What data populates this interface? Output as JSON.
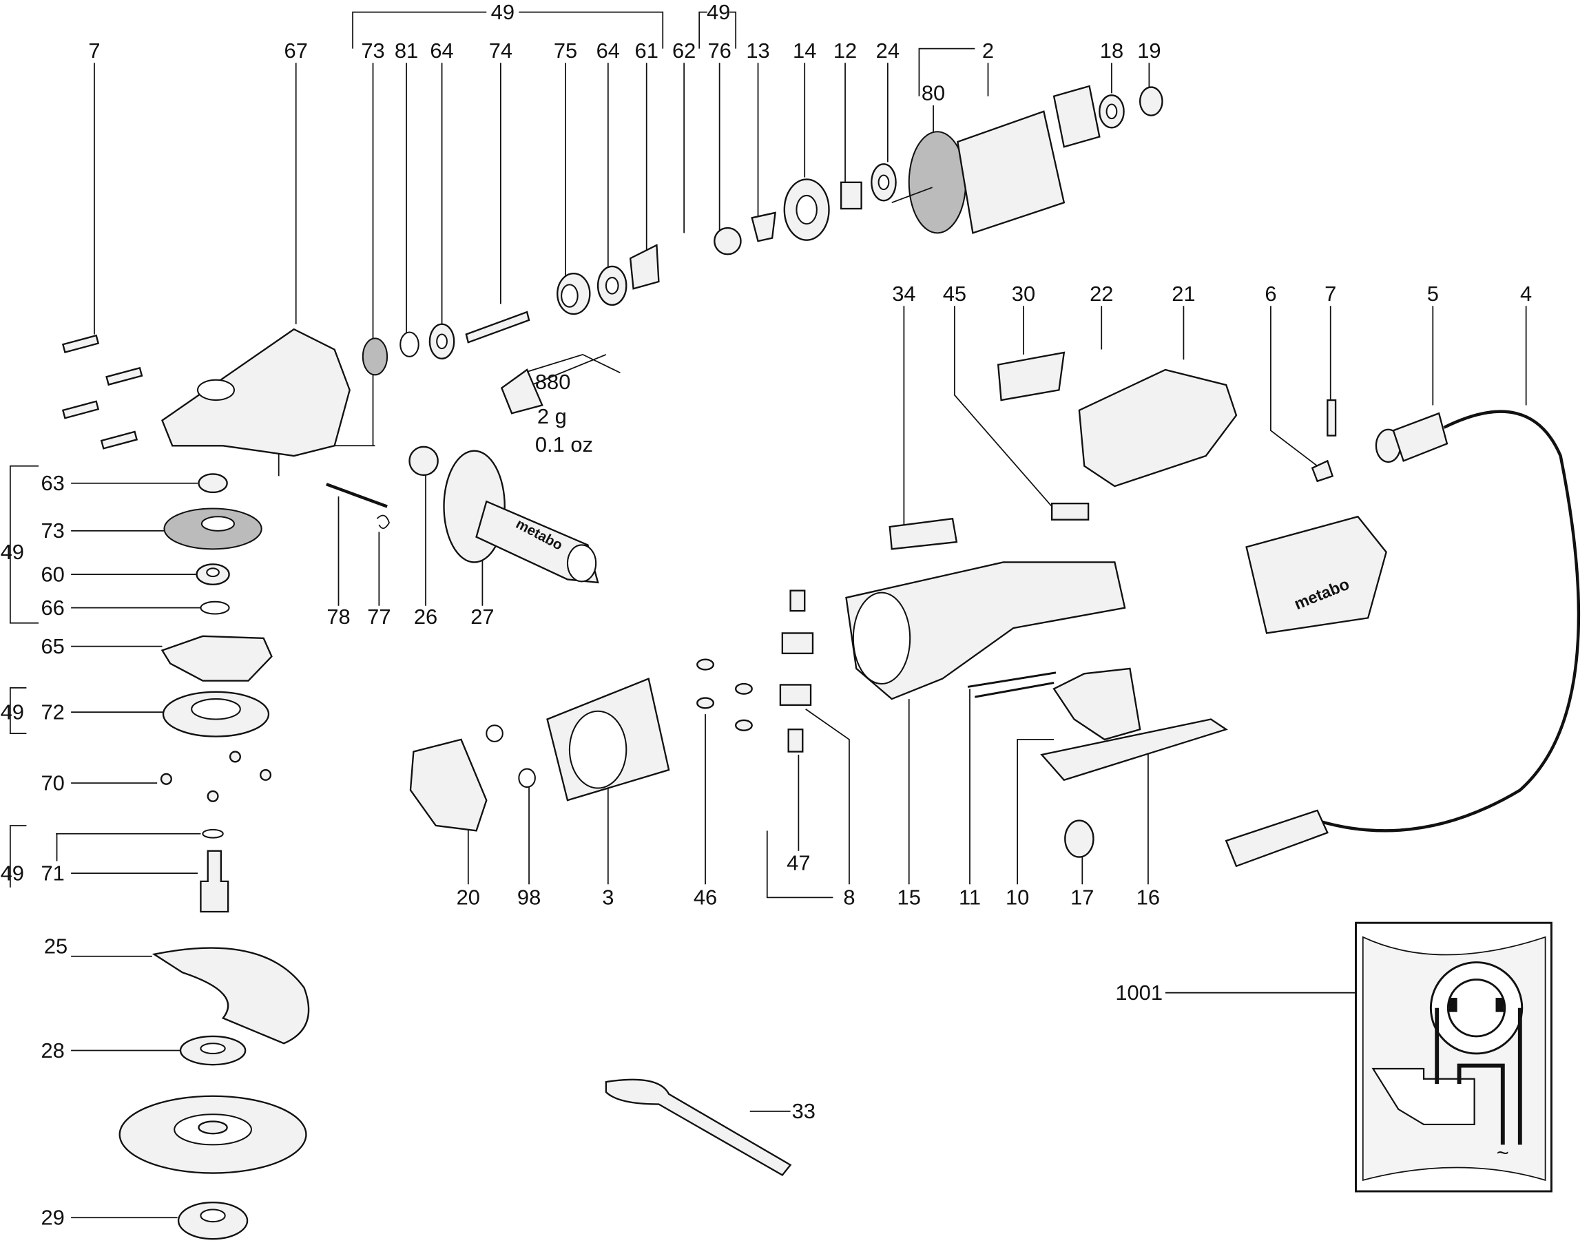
{
  "diagram": {
    "type": "exploded parts diagram",
    "brand_marking": "metabo",
    "labels": [
      "7",
      "67",
      "73",
      "81",
      "64",
      "74",
      "75",
      "64",
      "61",
      "62",
      "76",
      "13",
      "14",
      "12",
      "24",
      "2",
      "80",
      "18",
      "19",
      "49",
      "49",
      "34",
      "45",
      "30",
      "22",
      "21",
      "6",
      "7",
      "5",
      "4",
      "63",
      "73",
      "49",
      "60",
      "66",
      "65",
      "49",
      "72",
      "70",
      "49",
      "71",
      "25",
      "28",
      "29",
      "78",
      "77",
      "26",
      "27",
      "20",
      "98",
      "3",
      "46",
      "47",
      "8",
      "15",
      "11",
      "10",
      "17",
      "16",
      "33",
      "1001"
    ],
    "grease_note": {
      "part": "880",
      "amount_g": "2 g",
      "amount_oz": "0.1 oz"
    },
    "wiring_symbol": "~"
  }
}
